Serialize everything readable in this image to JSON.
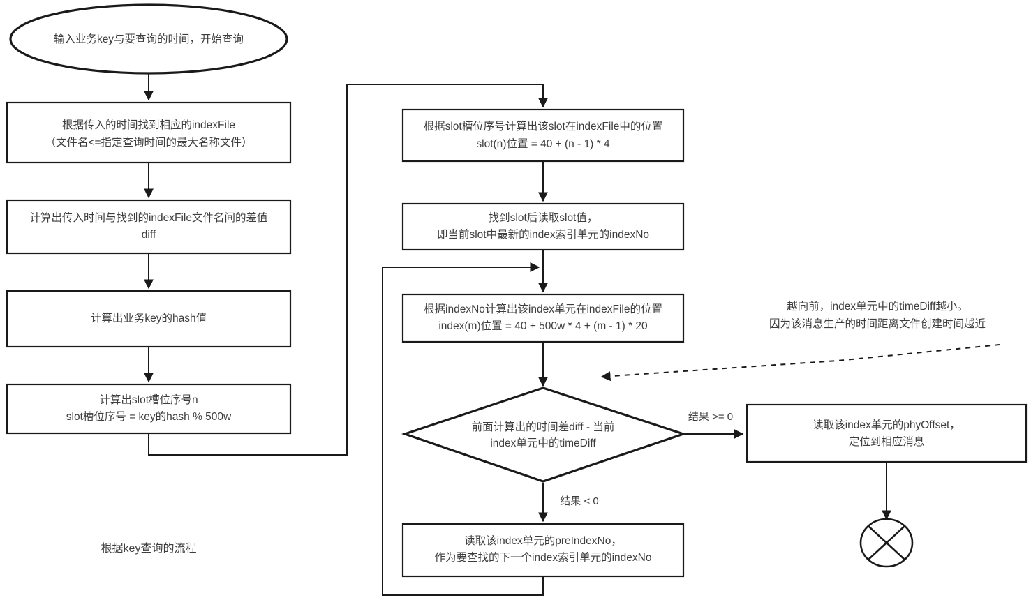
{
  "diagram": {
    "caption": "根据key查询的流程",
    "nodes": {
      "start": {
        "label": "输入业务key与要查询的时间，开始查询"
      },
      "find_index_file": {
        "line1": "根据传入的时间找到相应的indexFile",
        "line2": "（文件名<=指定查询时间的最大名称文件）"
      },
      "calc_diff": {
        "line1": "计算出传入时间与找到的indexFile文件名间的差值",
        "line2": "diff"
      },
      "calc_hash": {
        "line1": "计算出业务key的hash值"
      },
      "calc_slot_no": {
        "line1": "计算出slot槽位序号n",
        "line2": "slot槽位序号 = key的hash % 500w"
      },
      "calc_slot_pos": {
        "line1": "根据slot槽位序号计算出该slot在indexFile中的位置",
        "line2": "slot(n)位置 = 40 + (n - 1) * 4"
      },
      "read_slot": {
        "line1": "找到slot后读取slot值，",
        "line2": "即当前slot中最新的index索引单元的indexNo"
      },
      "calc_index_pos": {
        "line1": "根据indexNo计算出该index单元在indexFile的位置",
        "line2": "index(m)位置 = 40 + 500w * 4 + (m - 1) * 20"
      },
      "decision": {
        "line1": "前面计算出的时间差diff - 当前",
        "line2": "index单元中的timeDiff"
      },
      "read_phy_offset": {
        "line1": "读取该index单元的phyOffset，",
        "line2": "定位到相应消息"
      },
      "read_pre_index_no": {
        "line1": "读取该index单元的preIndexNo，",
        "line2": "作为要查找的下一个index索引单元的indexNo"
      },
      "end": {
        "label": "end-terminator"
      }
    },
    "edge_labels": {
      "result_ge_zero": "结果 >= 0",
      "result_lt_zero": "结果 < 0"
    },
    "note": {
      "line1": "越向前，index单元中的timeDiff越小。",
      "line2": "因为该消息生产的时间距离文件创建时间越近"
    },
    "colors": {
      "stroke": "#1a1a1a",
      "text": "#3d3d3d",
      "background": "#ffffff"
    }
  }
}
